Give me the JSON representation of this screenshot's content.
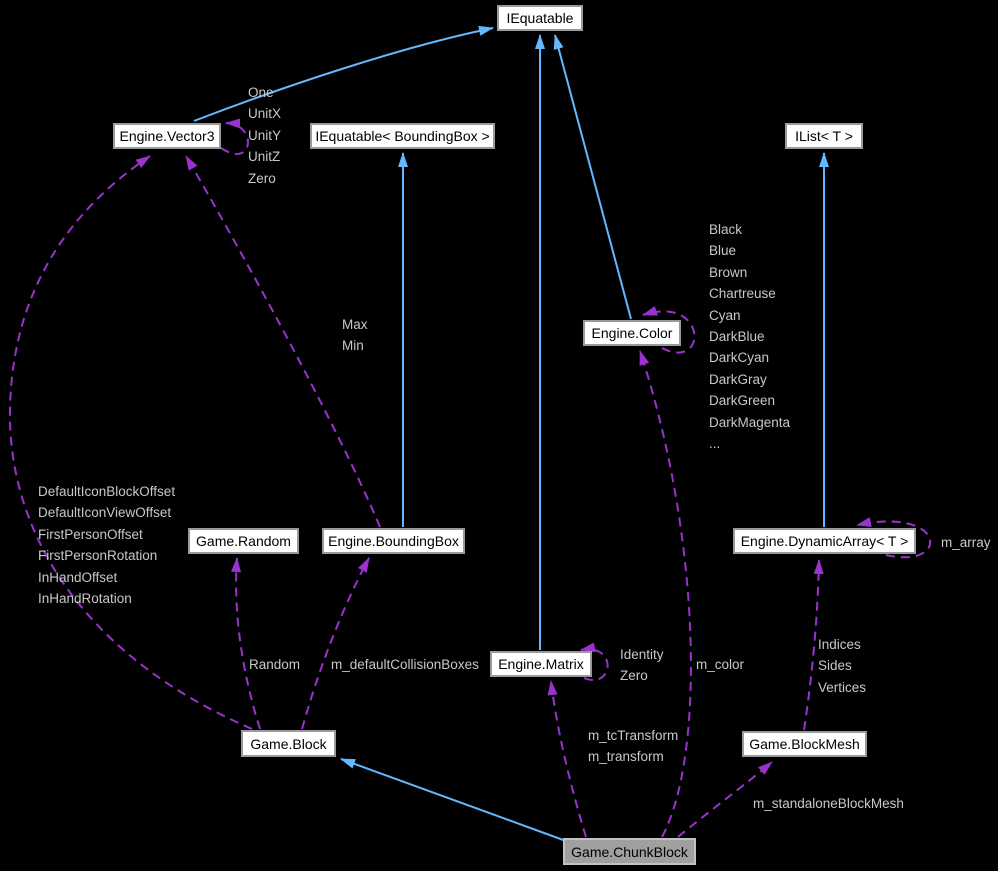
{
  "diagram": {
    "background_color": "#000000",
    "inheritance_edge_color": "#63B8FF",
    "usage_edge_color": "#9A32CD",
    "edge_label_color": "#c8c8c8"
  },
  "nodes": {
    "iequatable": "IEquatable",
    "engine_vector3": "Engine.Vector3",
    "iequatable_boundingbox": "IEquatable< BoundingBox >",
    "ilist_t": "IList< T >",
    "engine_color": "Engine.Color",
    "game_random": "Game.Random",
    "engine_boundingbox": "Engine.BoundingBox",
    "engine_dynamicarray_t": "Engine.DynamicArray< T >",
    "engine_matrix": "Engine.Matrix",
    "game_block": "Game.Block",
    "game_blockmesh": "Game.BlockMesh",
    "game_chunkblock": "Game.ChunkBlock"
  },
  "edge_labels": {
    "vector3_statics": "One\nUnitX\nUnitY\nUnitZ\nZero",
    "color_statics": "Black\nBlue\nBrown\nChartreuse\nCyan\nDarkBlue\nDarkCyan\nDarkGray\nDarkGreen\nDarkMagenta\n...",
    "block_vector3_members": "DefaultIconBlockOffset\nDefaultIconViewOffset\nFirstPersonOffset\nFirstPersonRotation\nInHandOffset\nInHandRotation",
    "boundingbox_minmax": "Max\nMin",
    "matrix_statics": "Identity\nZero",
    "blockmesh_arrays": "Indices\nSides\nVertices",
    "chunk_transforms": "m_tcTransform\nm_transform",
    "random": "Random",
    "m_default_collision_boxes": "m_defaultCollisionBoxes",
    "m_color": "m_color",
    "m_array": "m_array",
    "m_standalone_block_mesh": "m_standaloneBlockMesh"
  }
}
